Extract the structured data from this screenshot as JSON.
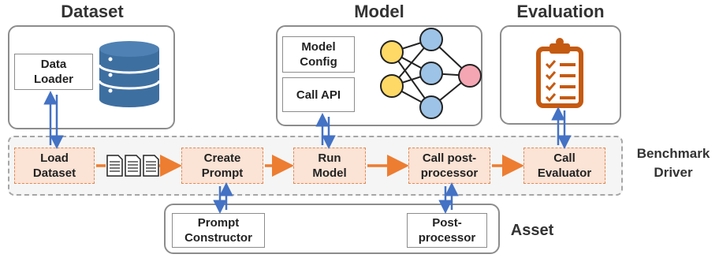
{
  "sections": {
    "dataset": "Dataset",
    "model": "Model",
    "evaluation": "Evaluation",
    "asset": "Asset",
    "benchmark_driver": "Benchmark\nDriver"
  },
  "dataset_panel": {
    "data_loader": "Data\nLoader",
    "icon": "database-icon"
  },
  "model_panel": {
    "model_config": "Model\nConfig",
    "call_api": "Call API",
    "icon": "neural-network-icon"
  },
  "evaluation_panel": {
    "icon": "clipboard-checklist-icon"
  },
  "driver_steps": [
    {
      "label": "Load\nDataset"
    },
    {
      "label": "Create\nPrompt"
    },
    {
      "label": "Run\nModel"
    },
    {
      "label": "Call post-\nprocessor"
    },
    {
      "label": "Call\nEvaluator"
    }
  ],
  "asset_panel": {
    "prompt_constructor": "Prompt\nConstructor",
    "post_processor": "Post-\nprocessor"
  },
  "documents_icon": "documents-icon",
  "colors": {
    "step_fill": "#fbe3d5",
    "step_border": "#e08a57",
    "flow_arrow": "#ed7d31",
    "link_arrow": "#4472c4",
    "db_blue": "#3e6fa1",
    "node_yellow": "#ffd966",
    "node_blue": "#9dc3e6",
    "node_pink": "#f4a6b3",
    "clipboard_orange": "#c55a11"
  }
}
